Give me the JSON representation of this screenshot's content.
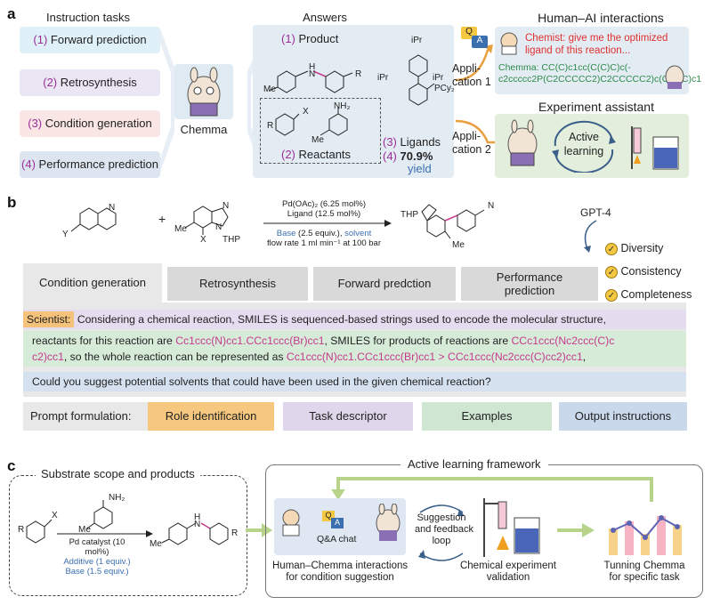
{
  "panel_a": {
    "letter": "a",
    "instruction_header": "Instruction tasks",
    "answers_header": "Answers",
    "hai_header": "Human–AI interactions",
    "tasks": [
      {
        "num": "(1)",
        "label": "Forward prediction",
        "color": "#dff0f8"
      },
      {
        "num": "(2)",
        "label": "Retrosynthesis",
        "color": "#ebe6f3"
      },
      {
        "num": "(3)",
        "label": "Condition generation",
        "color": "#fbe6e6"
      },
      {
        "num": "(4)",
        "label": "Performance prediction",
        "color": "#dde6f0"
      }
    ],
    "model_label": "Chemma",
    "product_label": "(1) Product",
    "reactants_label": "(2) Reactants",
    "ligands_label": "(3) Ligands",
    "yield_num": "(4)",
    "yield_value": "70.9%",
    "yield_label": "yield",
    "application1": "Appli-\ncation 1",
    "application2": "Appli-\ncation 2",
    "qa_q": "Q",
    "qa_a": "A",
    "chemist_text": "Chemist: give me the optimized ligand of this reaction...",
    "chemma_text": "Chemma: CC(C)c1cc(C(C)C)c(-c2ccccc2P(C2CCCCC2)C2CCCCC2)c(C(C)C)c1",
    "experiment_header": "Experiment assistant",
    "active_learning": "Active\nlearning",
    "ipr": "iPr",
    "pcy2": "PCy₂",
    "r_label": "R",
    "x_label": "X",
    "me_label": "Me",
    "nh2": "NH₂",
    "nh": "H\nN"
  },
  "panel_b": {
    "letter": "b",
    "cond1": "Pd(OAc)₂ (6.25 mol%)",
    "cond2": "Ligand (12.5 mol%)",
    "cond3_base": "Base",
    "cond3_rest": " (2.5 equiv.), ",
    "cond3_solvent": "solvent",
    "cond4": "flow rate 1 ml min⁻¹ at 100 bar",
    "plus": "+",
    "y_label": "Y",
    "x_label": "X",
    "me_label": "Me",
    "thp": "THP",
    "n_label": "N",
    "gpt": "GPT-4",
    "checks": [
      "Diversity",
      "Consistency",
      "Completeness"
    ],
    "tabs": [
      "Condition generation",
      "Retrosynthesis",
      "Forward predction",
      "Performance\nprediction"
    ],
    "scientist": "Scientist:",
    "line1": " Considering a chemical reaction, SMILES is sequenced-based strings used to encode the molecular structure,",
    "line2a": "reactants for this reaction are ",
    "line2b": "Cc1ccc(N)cc1.CCc1ccc(Br)cc1",
    "line2c": ", SMILES for products of reactions are ",
    "line2d": "CCc1ccc(Nc2ccc(C)c",
    "line3a": "c2)cc1",
    "line3b": ", so the whole reaction can be represented as ",
    "line3c": "Cc1ccc(N)cc1.CCc1ccc(Br)cc1 > CCc1ccc(Nc2ccc(C)cc2)cc1",
    "line3d": ",",
    "line4": "Could you suggest potential solvents that could have been used in the given chemical reaction?",
    "pf_label": "Prompt formulation:",
    "pf_items": [
      "Role identification",
      "Task descriptor",
      "Examples",
      "Output instructions"
    ]
  },
  "panel_c": {
    "letter": "c",
    "scope_header": "Substrate scope and products",
    "al_header": "Active learning framework",
    "pd": "Pd catalyst (10 mol%)",
    "additive": "Additive",
    "additive_rest": " (1 equiv.)",
    "base": "Base",
    "base_rest": " (1.5 equiv.)",
    "qa_chat": "Q&A chat",
    "feedback": "Suggestion\nand feedback\nloop",
    "cap1": "Human–Chemma interactions\nfor condition suggestion",
    "cap2": "Chemical experiment\nvalidation",
    "cap3": "Tunning Chemma\nfor specific task",
    "r_label": "R",
    "x_label": "X",
    "me_label": "Me",
    "nh2": "NH₂",
    "nh": "H\nN"
  }
}
